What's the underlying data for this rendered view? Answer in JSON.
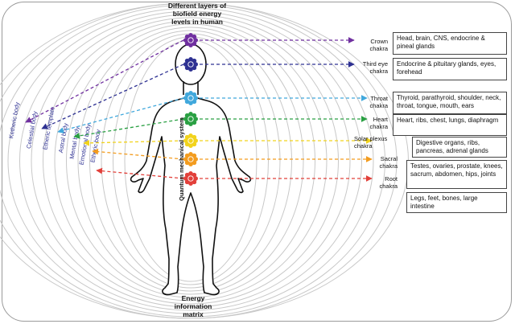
{
  "title": "Different layers of biofield energy levels in human",
  "title_lines": [
    "Different layers of",
    "biofield energy",
    "levels in human"
  ],
  "bottom_label_lines": [
    "Energy",
    "information",
    "matrix"
  ],
  "body_axis_label": "Quantum mechanical system",
  "bodies": [
    {
      "label": "Ketheric body"
    },
    {
      "label": "Celestial body"
    },
    {
      "label": "Etheric template"
    },
    {
      "label": "Astral body"
    },
    {
      "label": "Mental body"
    },
    {
      "label": "Emotional body"
    },
    {
      "label": "Etheric body"
    }
  ],
  "chakras": [
    {
      "name_lines": [
        "Crown",
        "chakra"
      ],
      "color": "#7030a0",
      "description": "Head, brain, CNS, endocrine  & pineal glands"
    },
    {
      "name_lines": [
        "Third eye",
        "chakra"
      ],
      "color": "#2e3192",
      "description": "Endocrine & pituitary glands, eyes, forehead"
    },
    {
      "name_lines": [
        "Throat",
        "chakra"
      ],
      "color": "#41a8dc",
      "description": "Thyroid, parathyroid, shoulder, neck, throat, tongue, mouth, ears"
    },
    {
      "name_lines": [
        "Heart",
        "chakra"
      ],
      "color": "#2aa043",
      "description": "Heart, ribs, chest, lungs, diaphragm"
    },
    {
      "name_lines": [
        "Solar plexus",
        "chakra"
      ],
      "color": "#f2d31c",
      "description": "Digestive organs, ribs, pancreas, adrenal glands"
    },
    {
      "name_lines": [
        "Sacral",
        "chakra"
      ],
      "color": "#f39c1f",
      "description": "Testes, ovaries, prostate, knees, sacrum, abdomen, hips, joints"
    },
    {
      "name_lines": [
        "Root",
        "chakra"
      ],
      "color": "#e2403a",
      "description": "Legs, feet, bones, large intestine"
    }
  ]
}
